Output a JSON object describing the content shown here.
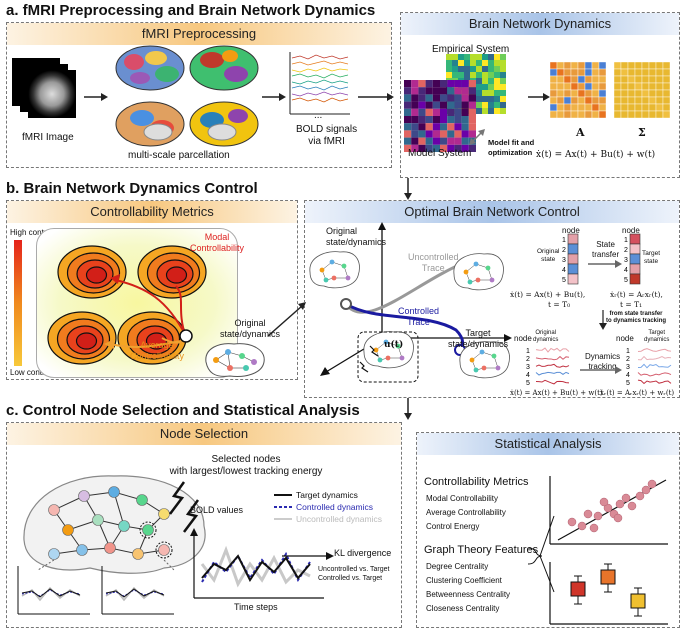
{
  "section_a": {
    "title": "a. fMRI Preprocessing and Brain Network Dynamics",
    "preproc_panel_title": "fMRI Preprocessing",
    "fmri_image": "fMRI Image",
    "parcellation": "multi-scale parcellation",
    "bold_signals": "BOLD signals\nvia fMRI",
    "ellipsis": "...",
    "dynamics_panel_title": "Brain Network Dynamics",
    "empirical": "Empirical System",
    "model": "Model System",
    "fit": "Model fit and\noptimization",
    "A": "A",
    "Sigma": "Σ",
    "equation": "ẋ(t) = Ax(t) + Bu(t) + w(t)"
  },
  "section_b": {
    "title": "b. Brain Network Dynamics Control",
    "ctrl_panel_title": "Controllability Metrics",
    "high": "High control energy",
    "low": "Low control energy",
    "modal": "Modal\nControllability",
    "average": "Average\nControllability",
    "original": "Original\nstate/dynamics",
    "opt_panel_title": "Optimal Brain Network Control",
    "orig_state_dyn": "Original\nstate/dynamics",
    "uncontrolled_trace": "Uncontrolled\nTrace",
    "controlled_trace": "Controlled\nTrace",
    "target_state_dyn": "Target\nstate/dynamics",
    "u_t": "u(t)",
    "node": "node",
    "original_state": "Original\nstate",
    "target_state": "Target\nstate",
    "state_transfer": "State\ntransfer",
    "eq_left": "ẋ(t) = Ax(t) + Bu(t),",
    "eq_left_t": "t = T₀",
    "eq_right": "ẋᵣ(t) = Aᵣxᵣ(t),",
    "eq_right_t": "t = T₁",
    "from_to": "from state transfer\nto dynamics tracking",
    "original_dynamics": "Original\ndynamics",
    "target_dynamics": "Target\ndynamics",
    "dynamics_tracking": "Dynamics\ntracking",
    "eq_bottom_left": "ẋ(t) = Ax(t) + Bu(t) + w(t)",
    "eq_bottom_right": "ẋᵣ(t) = Aᵣxᵣ(t) + wᵣ(t)",
    "nodes": [
      "1",
      "2",
      "3",
      "4",
      "5"
    ]
  },
  "section_c": {
    "title": "c. Control Node Selection and Statistical Analysis",
    "node_panel_title": "Node Selection",
    "selected": "Selected nodes\nwith largest/lowest tracking energy",
    "bold_values": "BOLD values",
    "legend_target": "Target dynamics",
    "legend_controlled": "Controlled dynamics",
    "legend_uncontrolled": "Uncontrolled dynamics",
    "kl": "KL divergence",
    "uncontrolled_vs_target": "Uncontrolled vs. Target",
    "controlled_vs_target": "Controlled vs. Target",
    "time_steps": "Time steps",
    "stat_panel_title": "Statistical Analysis",
    "metrics_head": "Controllability Metrics",
    "metrics": [
      "Modal Controllability",
      "Average Controllability",
      "Control Energy"
    ],
    "graph_head": "Graph Theory Features",
    "graph": [
      "Degree Centrality",
      "Clustering Coefficient",
      "Betweenness Centrality",
      "Closeness Centrality"
    ]
  },
  "colors": {
    "orange": "#f0a030",
    "blue": "#1a1aa0",
    "target_line": "#111111",
    "controlled_line": "#2a2ab0",
    "uncontrolled_line": "#bbbbbb",
    "scatter_point": "#d98a96"
  }
}
